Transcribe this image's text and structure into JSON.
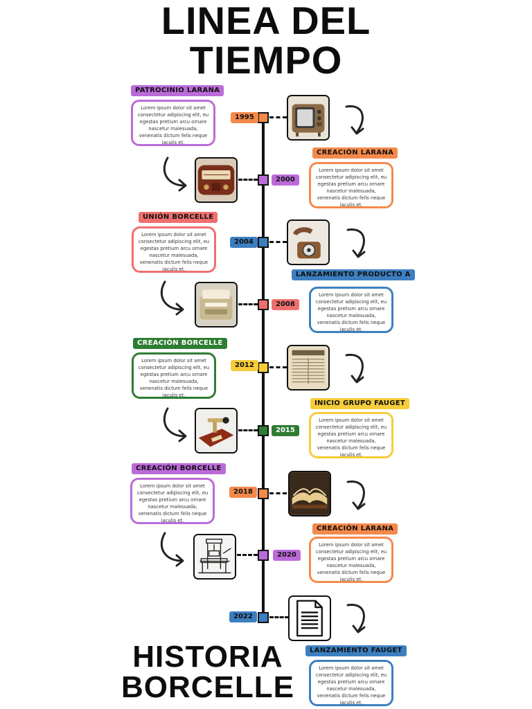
{
  "title": {
    "line1": "LINEA DEL",
    "line2": "TIEMPO"
  },
  "subtitle": {
    "line1": "HISTORIA",
    "line2": "BORCELLE"
  },
  "colors": {
    "orange": "#f4894a",
    "purple": "#bb6bd9",
    "blue": "#3c7fc0",
    "salmon": "#ef6f6f",
    "green": "#2e7d32",
    "yellow": "#f5cc3a",
    "line": "#111111"
  },
  "lorem": "Lorem ipsum dolor sit amet consectetur adipiscing elit, eu egestas pretium arcu ornare nascetur malesuada, venenatis dictum felis neque iaculis et.",
  "events": [
    {
      "year": "1995",
      "label": "PATROCINIO LARANA",
      "node_color": "#f4894a",
      "label_color": "#bb6bd9",
      "icon": "television-icon"
    },
    {
      "year": "2000",
      "label": "CREACIÓN LARANA",
      "node_color": "#bb6bd9",
      "label_color": "#f4894a",
      "icon": "radio-icon"
    },
    {
      "year": "2004",
      "label": "UNIÓN BORCELLE",
      "node_color": "#3c7fc0",
      "label_color": "#ef6f6f",
      "icon": "telephone-icon"
    },
    {
      "year": "2008",
      "label": "LANZAMIENTO PRODUCTO A",
      "node_color": "#ef6f6f",
      "label_color": "#3c7fc0",
      "icon": "fax-machine-icon"
    },
    {
      "year": "2012",
      "label": "CREACIÓN BORCELLE",
      "node_color": "#f5cc3a",
      "label_color": "#2e7d32",
      "icon": "newspaper-icon"
    },
    {
      "year": "2015",
      "label": "INICIO GRUPO FAUGET",
      "node_color": "#2e7d32",
      "label_color": "#f5cc3a",
      "icon": "telegraph-icon"
    },
    {
      "year": "2018",
      "label": "CREACIÓN BORCELLE",
      "node_color": "#f4894a",
      "label_color": "#bb6bd9",
      "icon": "open-book-icon"
    },
    {
      "year": "2020",
      "label": "CREACIÓN LARANA",
      "node_color": "#bb6bd9",
      "label_color": "#f4894a",
      "icon": "printing-press-icon"
    },
    {
      "year": "2022",
      "label": "LANZAMIENTO FAUGET",
      "node_color": "#3c7fc0",
      "label_color": "#3c7fc0",
      "icon": "document-icon"
    }
  ]
}
